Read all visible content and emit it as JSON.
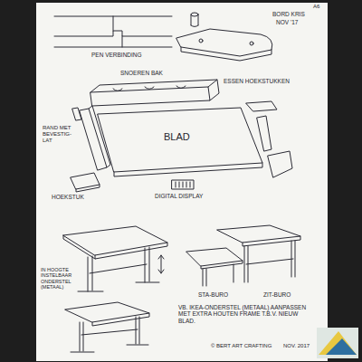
{
  "diagram": {
    "labels": [
      "A6",
      "BORD KRIS",
      "NOV '17",
      "PEN VERBINDING",
      "ESSEN HOEKSTUKKEN",
      "SNOEREN BAK",
      "RAND MET BEVESTIG-LAT",
      "BLAD",
      "HOEKSTUK",
      "DIGITAL DISPLAY",
      "IN HOOGTE INSTELBAAR ONDERSTEL (METAAL)",
      "STA-BURO",
      "ZIT-BURO",
      "VB. IKEA-ONDERSTEL (METAAL) AANPASSEN MET EXTRA HOUTEN FRAME T.B.V. NIEUW BLAD.",
      "© BERT ART CRAFTING",
      "NOV. 2017"
    ]
  }
}
